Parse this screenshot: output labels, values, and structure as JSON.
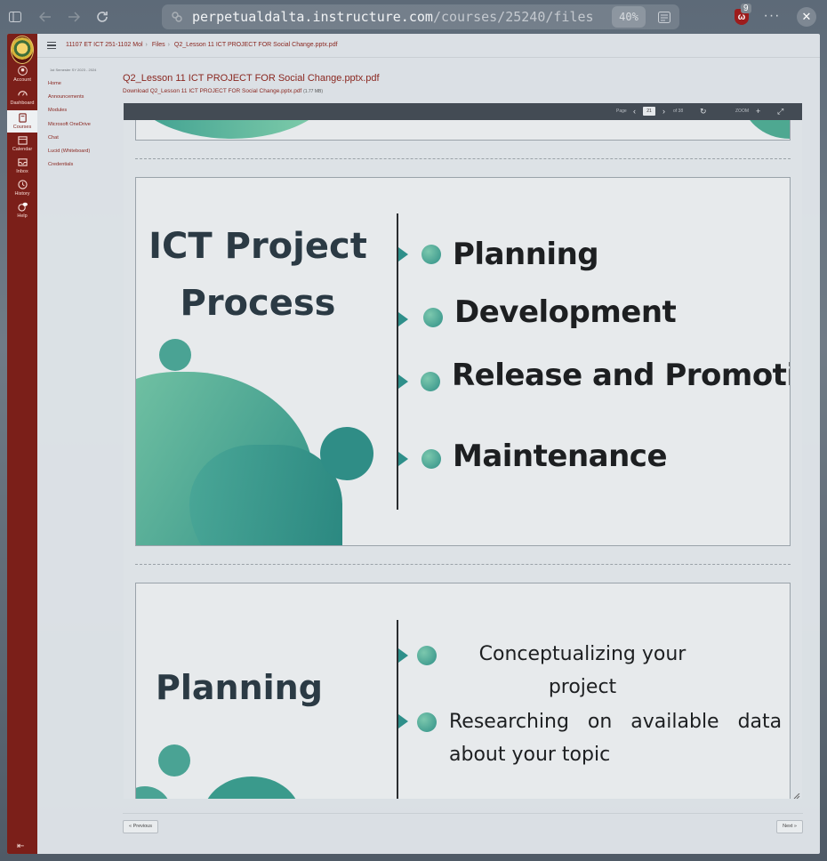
{
  "browser": {
    "url_host": "perpetualdalta.instructure.com",
    "url_path": "/courses/25240/files",
    "zoom": "40%",
    "ext_badge": "9"
  },
  "global_nav": [
    {
      "label": "Account",
      "icon": "account-icon"
    },
    {
      "label": "Dashboard",
      "icon": "dashboard-icon"
    },
    {
      "label": "Courses",
      "icon": "courses-icon"
    },
    {
      "label": "Calendar",
      "icon": "calendar-icon"
    },
    {
      "label": "Inbox",
      "icon": "inbox-icon"
    },
    {
      "label": "History",
      "icon": "history-icon"
    },
    {
      "label": "Help",
      "icon": "help-icon"
    }
  ],
  "breadcrumb": [
    "11107 ET ICT 251-1102 Mol",
    "Files",
    "Q2_Lesson 11 ICT PROJECT FOR Social Change.pptx.pdf"
  ],
  "term": "1st Semester SY 2023 - 2024",
  "course_menu": [
    "Home",
    "Announcements",
    "Modules",
    "Microsoft OneDrive",
    "Chat",
    "Lucid (Whiteboard)",
    "Credentials"
  ],
  "file": {
    "title": "Q2_Lesson 11 ICT PROJECT FOR Social Change.pptx.pdf",
    "download": "Download Q2_Lesson 11 ICT PROJECT FOR Social Change.pptx.pdf",
    "size": "(1.77 MB)"
  },
  "viewer": {
    "page_label": "Page",
    "page_current": "21",
    "page_total": "of 38",
    "zoom_label": "ZOOM"
  },
  "slide1": {
    "title_line1": "ICT Project",
    "title_line2": "Process",
    "steps": [
      "Planning",
      "Development",
      "Release and Promotion",
      "Maintenance"
    ]
  },
  "slide2": {
    "title": "Planning",
    "bullet1_line1": "Conceptualizing your",
    "bullet1_line2": "project",
    "bullet2_line1": "Researching   on   available   data",
    "bullet2_line2": "about your topic"
  },
  "pager": {
    "prev": "« Previous",
    "next": "Next »"
  },
  "colors": {
    "canvas_red": "#7b1f19",
    "teal": "#2f8f86",
    "toolbar": "#434b54"
  }
}
